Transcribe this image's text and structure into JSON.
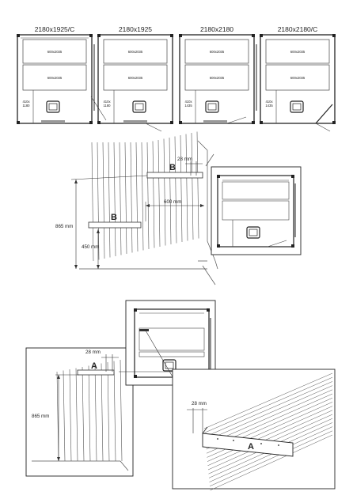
{
  "layouts": [
    {
      "title": "2180x1925/C",
      "bench_top": "600x2035",
      "bench_bottom": "600x2035",
      "side_a": "410x",
      "side_b": "1180"
    },
    {
      "title": "2180x1925",
      "bench_top": "600x2035",
      "bench_bottom": "600x2035",
      "side_a": "410x",
      "side_b": "1180"
    },
    {
      "title": "2180x2180",
      "bench_top": "600x2035",
      "bench_bottom": "600x2035",
      "side_a": "410x",
      "side_b": "1435"
    },
    {
      "title": "2180x2180/C",
      "bench_top": "600x2035",
      "bench_bottom": "600x2035",
      "side_a": "410x",
      "side_b": "1435"
    }
  ],
  "middle": {
    "dim_28": "28 mm",
    "dim_600": "600 mm",
    "dim_865": "865 mm",
    "dim_450": "450 mm",
    "label_b": "B"
  },
  "bottom": {
    "dim_28_left": "28 mm",
    "dim_865": "865 mm",
    "label_a": "A",
    "dim_28_right": "28 mm"
  }
}
